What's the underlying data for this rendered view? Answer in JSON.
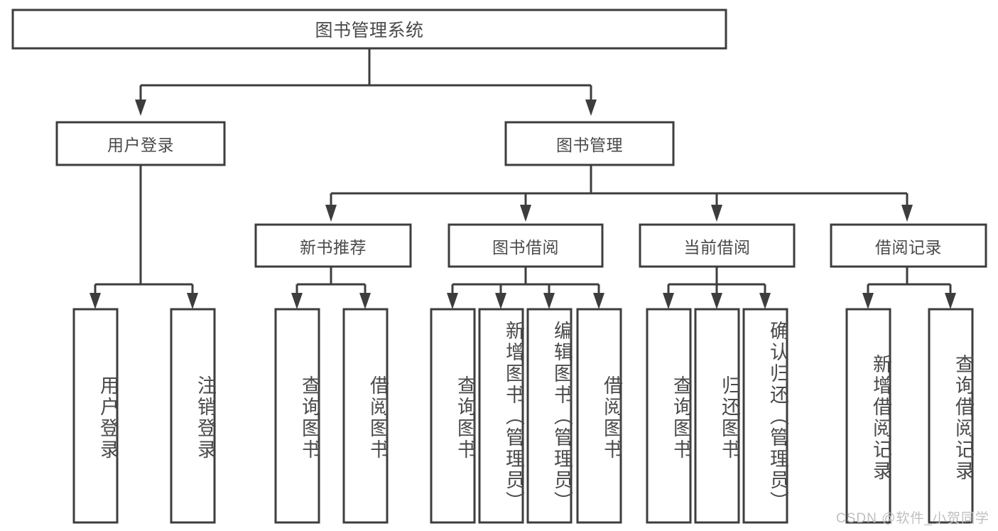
{
  "diagram": {
    "type": "tree-hierarchy-chart",
    "title": "图书管理系统",
    "watermark": "CSDN @软件_小贺同学",
    "colors": {
      "box_fill": "#ffffff",
      "box_stroke": "#3d3d3d",
      "text": "#4a4a4a",
      "watermark": "#bfbfbf",
      "background": "#ffffff"
    },
    "root": {
      "id": "root",
      "label": "图书管理系统",
      "level": 0,
      "orientation": "horizontal"
    },
    "level2": [
      {
        "id": "user-login",
        "label": "用户登录",
        "orientation": "horizontal"
      },
      {
        "id": "book-management",
        "label": "图书管理",
        "orientation": "horizontal"
      }
    ],
    "level3": [
      {
        "id": "new-book-recommend",
        "label": "新书推荐",
        "parent": "book-management",
        "orientation": "horizontal"
      },
      {
        "id": "book-borrow",
        "label": "图书借阅",
        "parent": "book-management",
        "orientation": "horizontal"
      },
      {
        "id": "current-borrow",
        "label": "当前借阅",
        "parent": "book-management",
        "orientation": "horizontal"
      },
      {
        "id": "borrow-record",
        "label": "借阅记录",
        "parent": "book-management",
        "orientation": "horizontal"
      }
    ],
    "leaves": [
      {
        "id": "leaf-user-login",
        "label": "用户登录",
        "parent": "user-login",
        "orientation": "vertical"
      },
      {
        "id": "leaf-logout-login",
        "label": "注销登录",
        "parent": "user-login",
        "orientation": "vertical"
      },
      {
        "id": "leaf-query-book-1",
        "label": "查询图书",
        "parent": "new-book-recommend",
        "orientation": "vertical"
      },
      {
        "id": "leaf-borrow-book-1",
        "label": "借阅图书",
        "parent": "new-book-recommend",
        "orientation": "vertical"
      },
      {
        "id": "leaf-query-book-2",
        "label": "查询图书",
        "parent": "book-borrow",
        "orientation": "vertical"
      },
      {
        "id": "leaf-add-book",
        "label": "新增图书（管理员）",
        "parent": "book-borrow",
        "orientation": "vertical"
      },
      {
        "id": "leaf-edit-book",
        "label": "编辑图书（管理员）",
        "parent": "book-borrow",
        "orientation": "vertical"
      },
      {
        "id": "leaf-borrow-book-2",
        "label": "借阅图书",
        "parent": "book-borrow",
        "orientation": "vertical"
      },
      {
        "id": "leaf-query-book-3",
        "label": "查询图书",
        "parent": "current-borrow",
        "orientation": "vertical"
      },
      {
        "id": "leaf-return-book",
        "label": "归还图书",
        "parent": "current-borrow",
        "orientation": "vertical"
      },
      {
        "id": "leaf-confirm-return",
        "label": "确认归还（管理员）",
        "parent": "current-borrow",
        "orientation": "vertical"
      },
      {
        "id": "leaf-add-record",
        "label": "新增借阅记录",
        "parent": "borrow-record",
        "orientation": "vertical"
      },
      {
        "id": "leaf-query-record",
        "label": "查询借阅记录",
        "parent": "borrow-record",
        "orientation": "vertical"
      }
    ]
  }
}
